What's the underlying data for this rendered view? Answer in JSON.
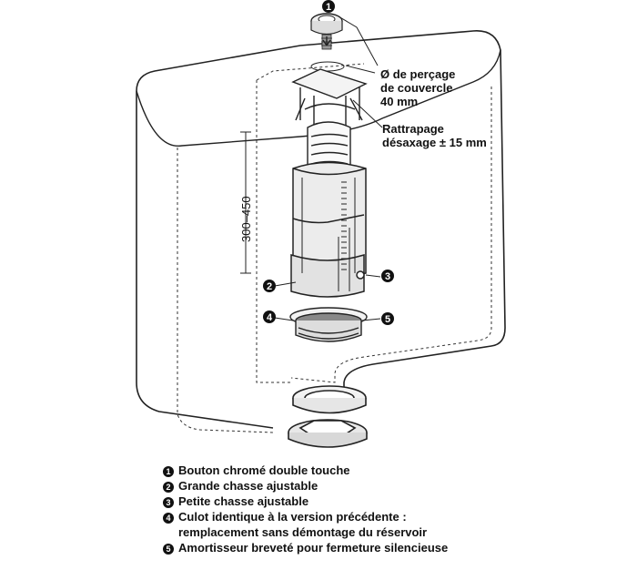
{
  "annotations": {
    "hole_label": "Ø de perçage\nde couvercle\n40 mm",
    "offset_label": "Rattrapage\ndésaxage ± 15 mm",
    "dimension": "300–450"
  },
  "callouts": [
    "1",
    "2",
    "3",
    "4",
    "5"
  ],
  "legend": [
    {
      "num": "1",
      "text": "Bouton chromé double touche"
    },
    {
      "num": "2",
      "text": "Grande chasse ajustable"
    },
    {
      "num": "3",
      "text": "Petite chasse ajustable"
    },
    {
      "num": "4",
      "text": "Culot identique à la version précédente :",
      "cont": "remplacement sans démontage du réservoir"
    },
    {
      "num": "5",
      "text": "Amortisseur breveté pour fermeture silencieuse"
    }
  ]
}
